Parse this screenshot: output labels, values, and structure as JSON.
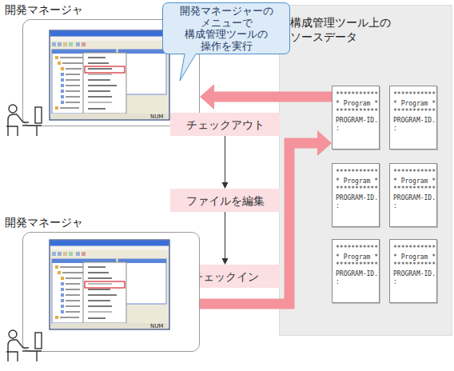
{
  "diagram": {
    "nodes": [
      {
        "text": [
          "開発マネージャ"
        ]
      },
      {
        "text": [
          "開発マネージャーの メニューで 構成管理ツールの 操作を実行"
        ]
      },
      {
        "text": [
          "構成管理ツール上の ソースデータ"
        ]
      },
      {
        "text": [
          "*********** * Program * *********** PROGRAM-ID. :"
        ],
        "in": 2
      },
      {
        "text": [
          "*********** * Program * *********** PROGRAM-ID. :"
        ],
        "in": 2
      },
      {
        "text": [
          "*********** * Program * *********** PROGRAM-ID. :"
        ],
        "in": 2
      },
      {
        "text": [
          "*********** * Program * *********** PROGRAM-ID. :"
        ],
        "in": 2
      },
      {
        "text": [
          "*********** * Program * *********** PROGRAM-ID. :"
        ],
        "in": 2
      },
      {
        "text": [
          "*********** * Program * *********** PROGRAM-ID. :"
        ],
        "in": 2
      },
      {
        "text": [
          "チェックアウト"
        ]
      },
      {
        "text": [
          "ファイルを編集"
        ]
      },
      {
        "text": [
          "チェックイン"
        ]
      },
      {
        "text": [
          "開発マネージャ"
        ]
      }
    ],
    "edges": [
      {
        "from": 9,
        "to": 10,
        "arrow": "to"
      },
      {
        "from": 10,
        "to": 11,
        "arrow": "to"
      },
      {
        "from": 3,
        "to": 0,
        "arrow": "to"
      },
      {
        "from": 12,
        "to": 3,
        "arrow": "to"
      }
    ],
    "labels": [
      "NUM",
      "NUM"
    ]
  }
}
